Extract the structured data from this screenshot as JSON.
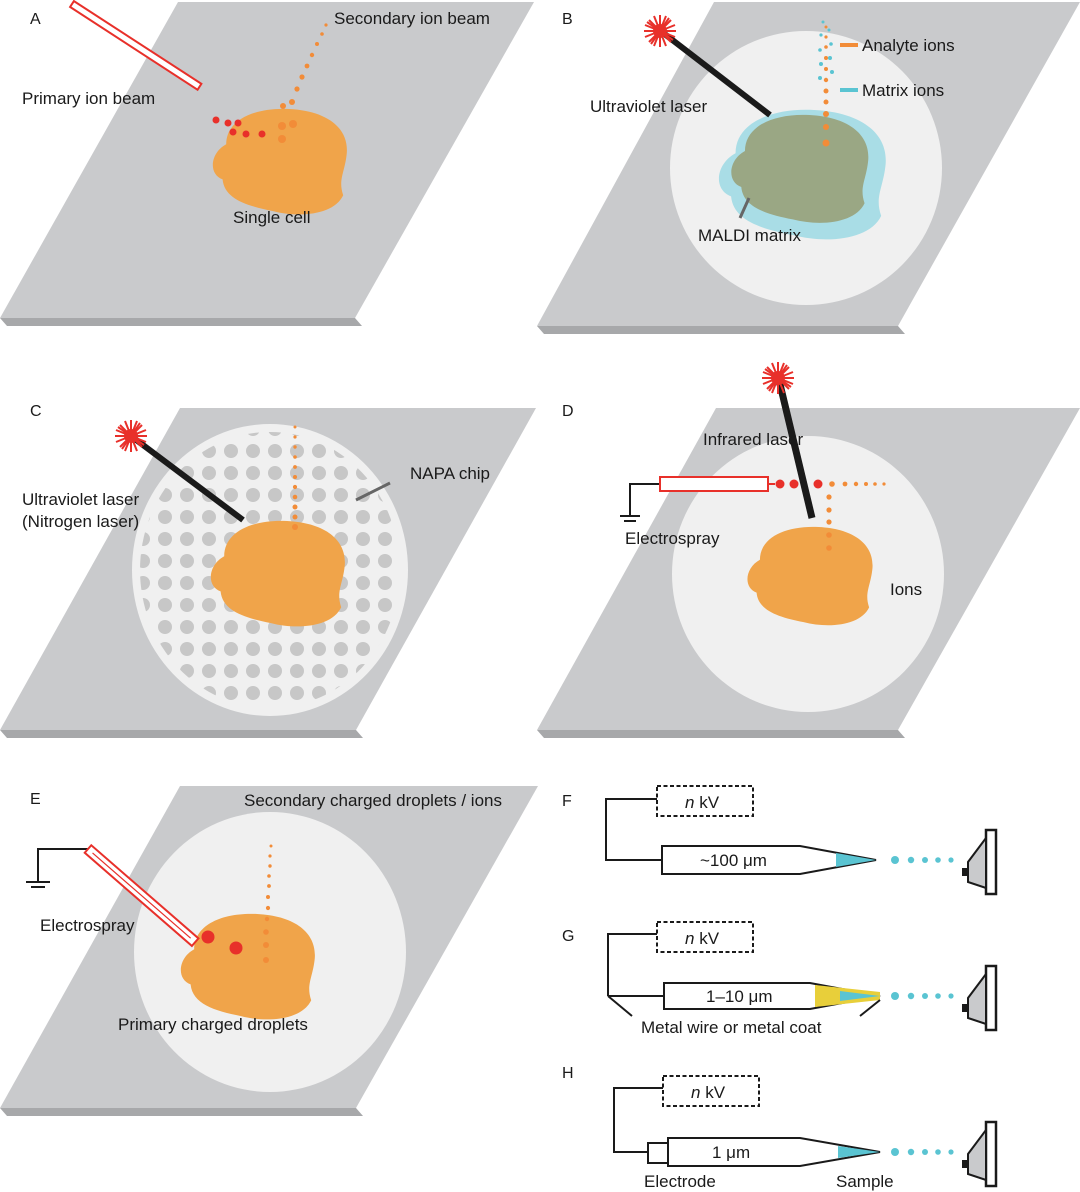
{
  "panels": {
    "a": {
      "letter": "A",
      "primary_beam": "Primary ion beam",
      "secondary_beam": "Secondary ion beam",
      "cell": "Single cell"
    },
    "b": {
      "letter": "B",
      "laser": "Ultraviolet laser",
      "analyte": "Analyte ions",
      "matrix_ions": "Matrix ions",
      "matrix": "MALDI matrix"
    },
    "c": {
      "letter": "C",
      "laser_line1": "Ultraviolet laser",
      "laser_line2": "(Nitrogen laser)",
      "chip": "NAPA chip"
    },
    "d": {
      "letter": "D",
      "laser": "Infrared laser",
      "spray": "Electrospray",
      "ions": "Ions"
    },
    "e": {
      "letter": "E",
      "secondary": "Secondary charged droplets / ions",
      "spray": "Electrospray",
      "primary": "Primary charged droplets"
    },
    "f": {
      "letter": "F",
      "voltage_n": "n",
      "voltage_unit": " kV",
      "tip": "~100 μm"
    },
    "g": {
      "letter": "G",
      "voltage_n": "n",
      "voltage_unit": " kV",
      "tip": "1–10 μm",
      "coat": "Metal wire or metal coat"
    },
    "h": {
      "letter": "H",
      "voltage_n": "n",
      "voltage_unit": " kV",
      "tip": "1 μm",
      "electrode": "Electrode",
      "sample": "Sample"
    }
  },
  "colors": {
    "plate": "#c9cacc",
    "plate_edge": "#a7a8aa",
    "cell": "#f0a44a",
    "ion_orange": "#f28c38",
    "laser_red": "#e8302a",
    "matrix_blue": "#a9dde6",
    "analyte_green": "#9aa784",
    "droplet_cyan": "#5ac4d2",
    "coat_yellow": "#e8cf3a"
  }
}
